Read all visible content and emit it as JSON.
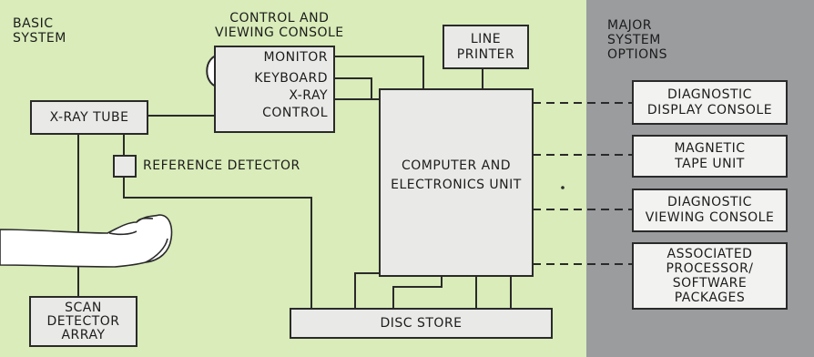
{
  "colors": {
    "basic_system_bg": "#d9ecb9",
    "options_bg": "#9a9c9e",
    "box_fill": "#e9eae7",
    "line": "#2a2a2a"
  },
  "sections": {
    "basic": [
      "BASIC",
      "SYSTEM"
    ],
    "options": [
      "MAJOR",
      "SYSTEM",
      "OPTIONS"
    ]
  },
  "control_console": {
    "title": [
      "CONTROL AND",
      "VIEWING CONSOLE"
    ],
    "items": [
      "MONITOR",
      "KEYBOARD",
      "X-RAY",
      "CONTROL"
    ],
    "icon": "monitor-icon"
  },
  "line_printer": [
    "LINE",
    "PRINTER"
  ],
  "xray_tube": "X-RAY TUBE",
  "reference_detector": "REFERENCE DETECTOR",
  "computer": [
    "COMPUTER AND",
    "ELECTRONICS UNIT"
  ],
  "scan_detector": [
    "SCAN",
    "DETECTOR",
    "ARRAY"
  ],
  "disc_store": "DISC STORE",
  "limb_icon": "arm-icon",
  "options": [
    [
      "DIAGNOSTIC",
      "DISPLAY CONSOLE"
    ],
    [
      "MAGNETIC",
      "TAPE UNIT"
    ],
    [
      "DIAGNOSTIC",
      "VIEWING CONSOLE"
    ],
    [
      "ASSOCIATED",
      "PROCESSOR/",
      "SOFTWARE",
      "PACKAGES"
    ]
  ]
}
